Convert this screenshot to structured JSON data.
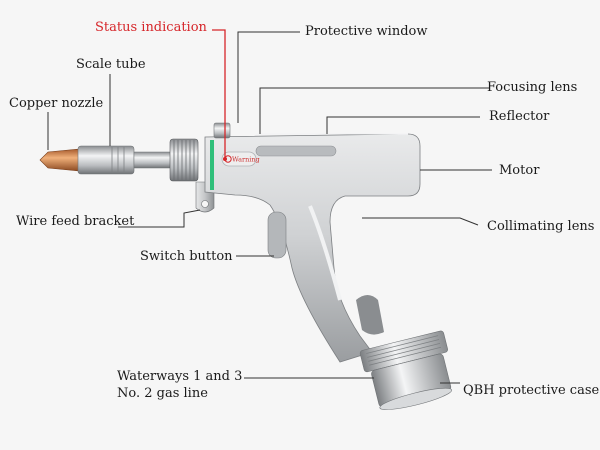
{
  "labels": {
    "status_indication": "Status indication",
    "protective_window": "Protective window",
    "scale_tube": "Scale tube",
    "copper_nozzle": "Copper nozzle",
    "focusing_lens": "Focusing lens",
    "reflector": "Reflector",
    "motor": "Motor",
    "wire_feed_bracket": "Wire feed bracket",
    "collimating_lens": "Collimating lens",
    "switch_button": "Switch button",
    "waterways_line1": "Waterways 1 and 3",
    "waterways_line2": "No. 2 gas line",
    "qbh_case": "QBH protective case"
  },
  "badge_text": "Warning",
  "colors": {
    "highlight": "#d6262a",
    "status_ring": "#2fbf7a",
    "copper": "#c8743e",
    "body": "#c9cbcd"
  }
}
